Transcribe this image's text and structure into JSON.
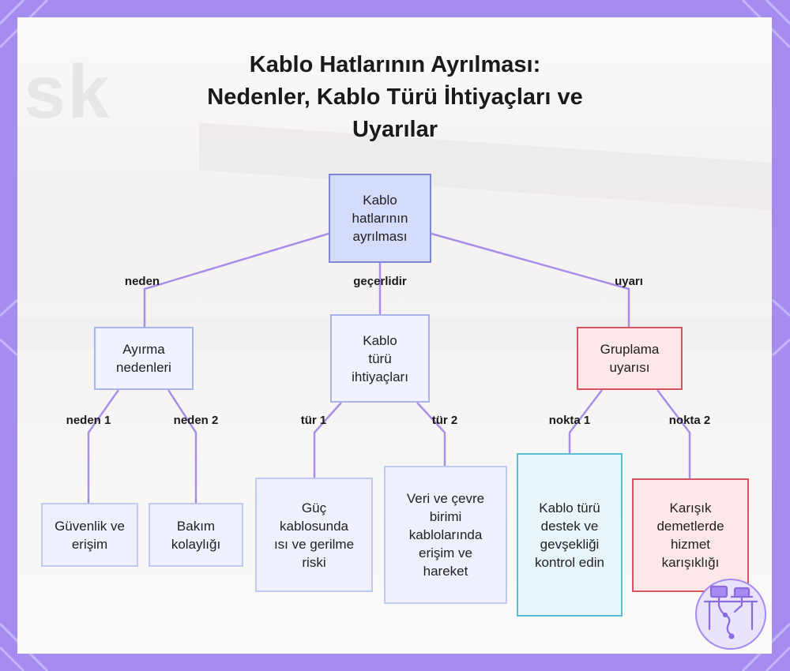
{
  "title_lines": [
    "Kablo Hatlarının Ayrılması:",
    "Nedenler, Kablo Türü İhtiyaçları ve",
    "Uyarılar"
  ],
  "background_text": "sk",
  "nodes": {
    "root": "Kablo hatlarının ayrılması",
    "reasons": "Ayırma nedenleri",
    "cable_types": "Kablo türü ihtiyaçları",
    "grouping": "Gruplama uyarısı",
    "security": "Güvenlik ve erişim",
    "maintenance": "Bakım kolaylığı",
    "power": "Güç kablosunda ısı ve gerilme riski",
    "data": "Veri ve çevre birimi kablolarında erişim ve hareket",
    "support": "Kablo türü destek ve gevşekliği kontrol edin",
    "mixed": "Karışık demetlerde hizmet karışıklığı"
  },
  "edge_labels": {
    "neden": "neden",
    "gecerlidir": "geçerlidir",
    "uyari": "uyarı",
    "neden1": "neden 1",
    "neden2": "neden 2",
    "tur1": "tür 1",
    "tur2": "tür 2",
    "nokta1": "nokta 1",
    "nokta2": "nokta 2"
  },
  "colors": {
    "frame": "#a58cf0",
    "edge": "#a98ee8",
    "root_fill": "#d5dbfb",
    "warning_border": "#d45560",
    "check_border": "#56bfd6"
  },
  "logo_icon": "desk-cable-management-icon"
}
